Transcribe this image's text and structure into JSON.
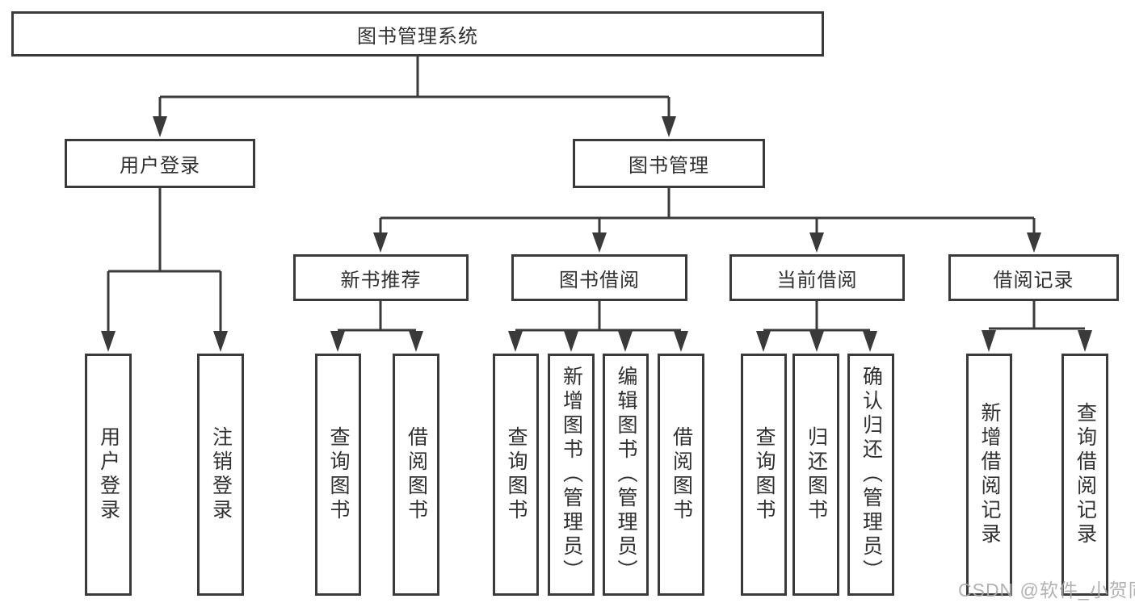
{
  "diagram": {
    "root": {
      "label": "图书管理系统"
    },
    "level2": [
      {
        "label": "用户登录"
      },
      {
        "label": "图书管理"
      }
    ],
    "level3": [
      {
        "label": "新书推荐"
      },
      {
        "label": "图书借阅"
      },
      {
        "label": "当前借阅"
      },
      {
        "label": "借阅记录"
      }
    ],
    "leaves": [
      {
        "label": "用户登录"
      },
      {
        "label": "注销登录"
      },
      {
        "label": "查询图书"
      },
      {
        "label": "借阅图书"
      },
      {
        "label": "查询图书"
      },
      {
        "label": "新增图书（管理员）"
      },
      {
        "label": "编辑图书（管理员）"
      },
      {
        "label": "借阅图书"
      },
      {
        "label": "查询图书"
      },
      {
        "label": "归还图书"
      },
      {
        "label": "确认归还（管理员）"
      },
      {
        "label": "新增借阅记录"
      },
      {
        "label": "查询借阅记录"
      }
    ],
    "watermark": "CSDN @软件_小贺同学",
    "colors": {
      "line": "#3a3a3a",
      "box_fill": "#ffffff",
      "text": "#303030",
      "watermark": "#aaaaaa",
      "background": "#ffffff"
    }
  }
}
